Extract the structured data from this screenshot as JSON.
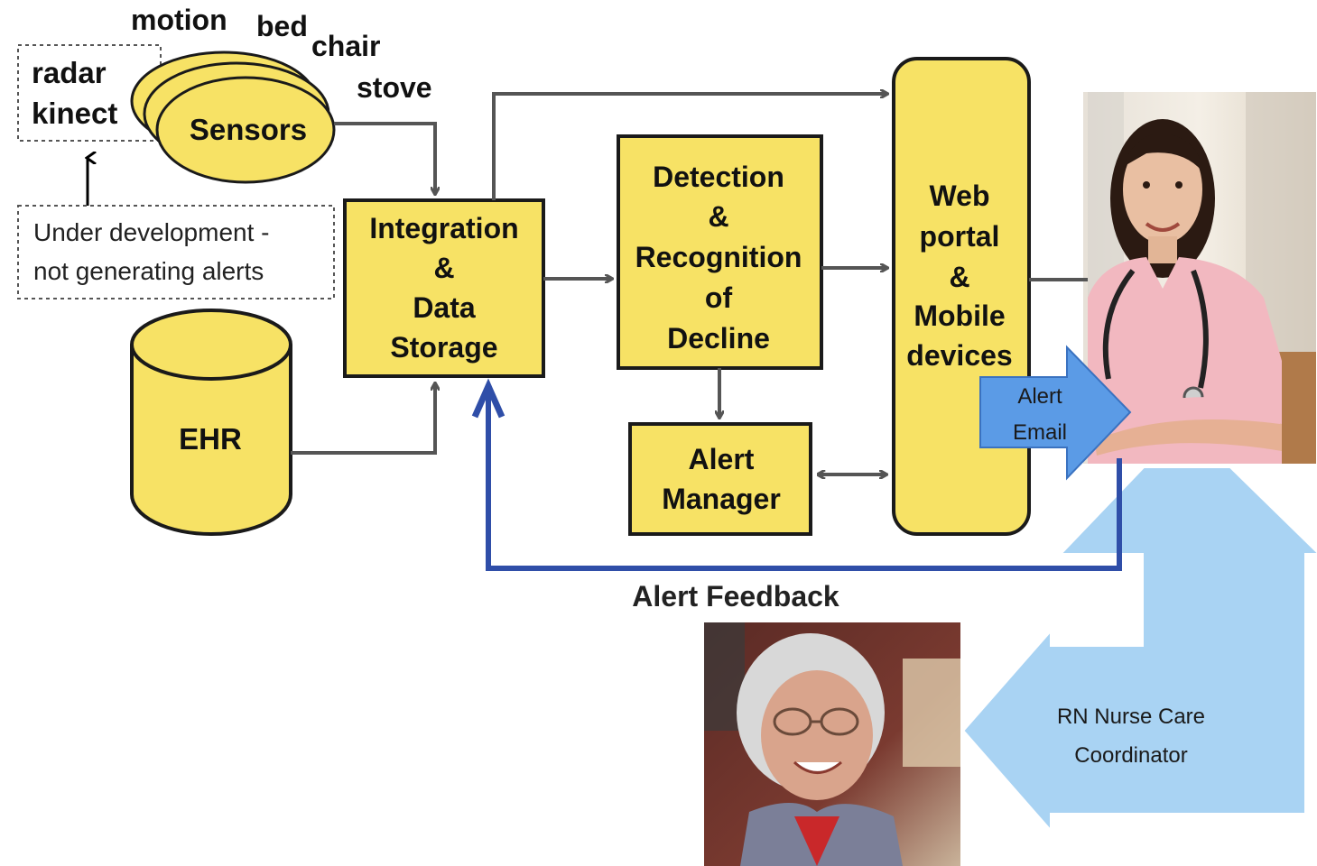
{
  "sensors": {
    "label": "Sensors",
    "types": {
      "motion": "motion",
      "bed": "bed",
      "chair": "chair",
      "stove": "stove"
    }
  },
  "dev_sensors": {
    "radar": "radar",
    "kinect": "kinect"
  },
  "dev_note": {
    "line1": "Under development -",
    "line2": "not generating alerts"
  },
  "ehr": {
    "label": "EHR"
  },
  "integration": {
    "line1": "Integration",
    "line2": "&",
    "line3": "Data",
    "line4": "Storage"
  },
  "detection": {
    "line1": "Detection",
    "line2": "&",
    "line3": "Recognition",
    "line4": "of",
    "line5": "Decline"
  },
  "alert_manager": {
    "line1": "Alert",
    "line2": "Manager"
  },
  "web_portal": {
    "line1": "Web",
    "line2": "portal",
    "line3": "&",
    "line4": "Mobile",
    "line5": "devices"
  },
  "alert_email": {
    "line1": "Alert",
    "line2": "Email"
  },
  "alert_feedback": {
    "label": "Alert Feedback"
  },
  "rn_coordinator": {
    "line1": "RN Nurse Care",
    "line2": "Coordinator"
  },
  "colors": {
    "box_fill": "#f7e265",
    "box_stroke": "#1a1a1a",
    "arrow_gray": "#555555",
    "feedback_blue": "#2f4ea8",
    "email_blue": "#5b9be6",
    "rn_blue": "#a9d3f3"
  }
}
